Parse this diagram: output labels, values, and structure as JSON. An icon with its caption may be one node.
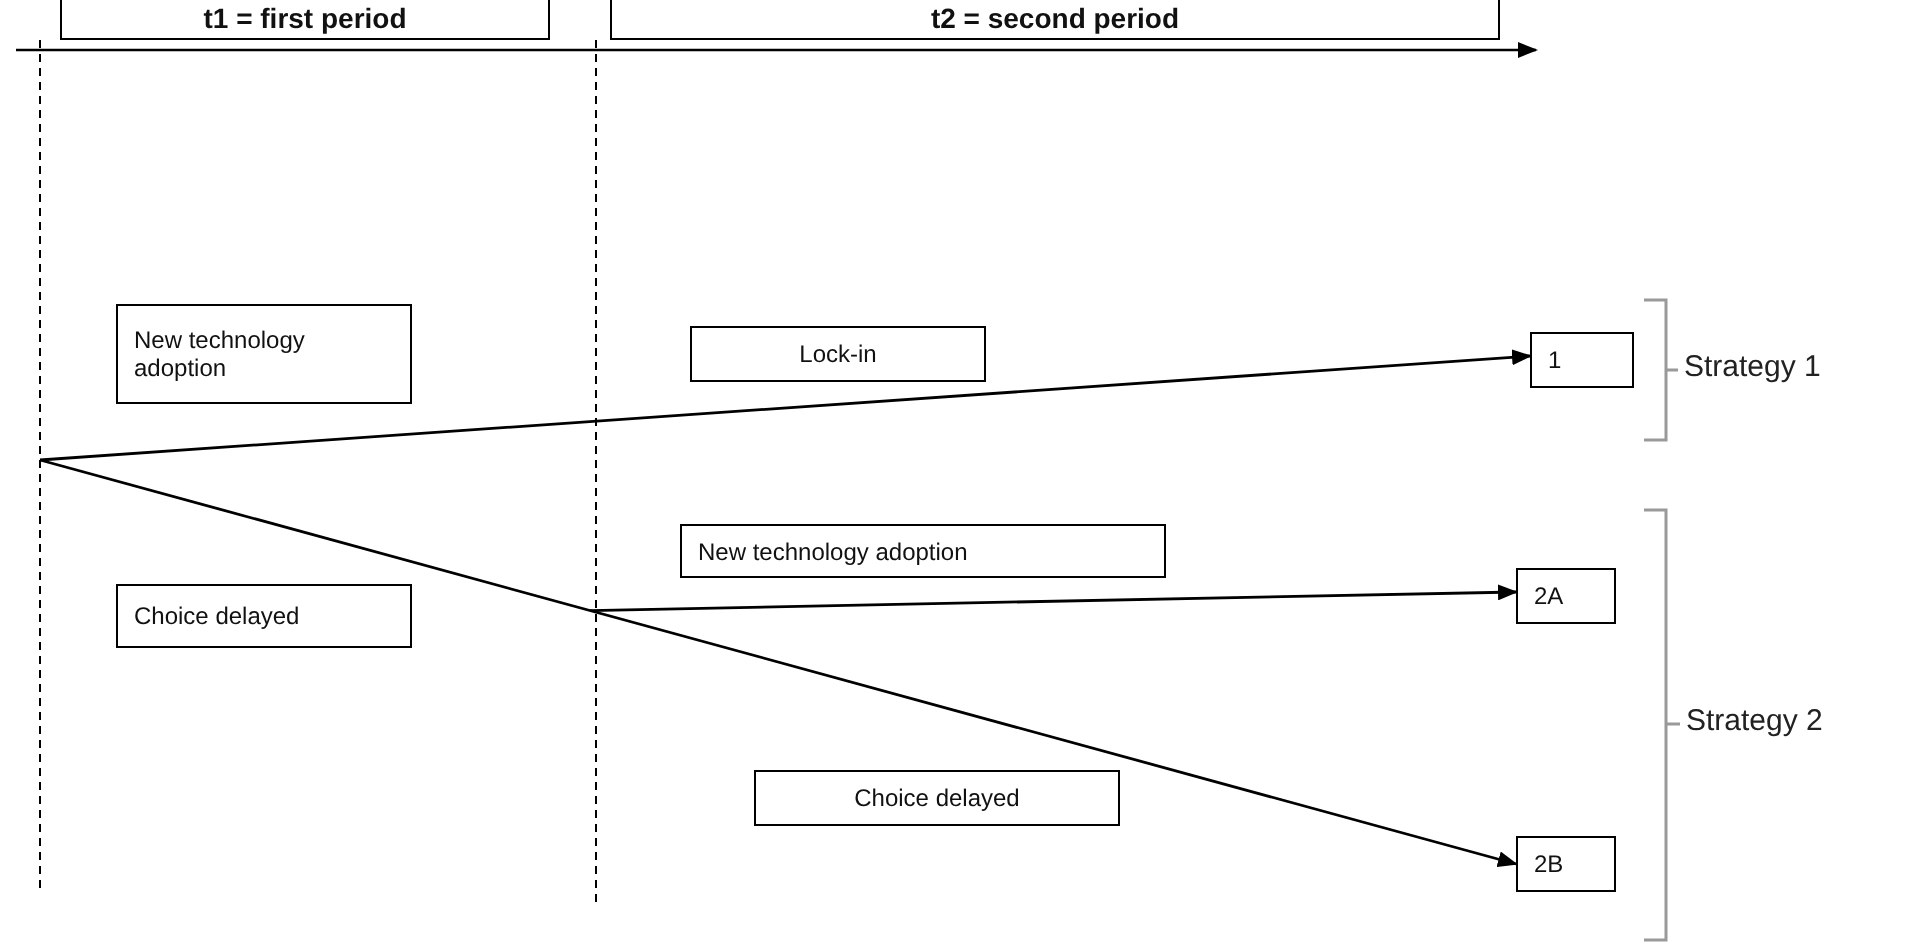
{
  "diagram": {
    "nodes": [
      {
        "text": [
          "t1 = first period"
        ]
      },
      {
        "text": [
          "t2 = second period"
        ]
      },
      {
        "text": [
          "New technology adoption"
        ]
      },
      {
        "text": [
          "Lock-in"
        ]
      },
      {
        "text": [
          "1"
        ]
      },
      {
        "text": [
          "New technology adoption"
        ]
      },
      {
        "text": [
          "2A"
        ]
      },
      {
        "text": [
          "Choice delayed"
        ]
      },
      {
        "text": [
          "Choice delayed"
        ]
      },
      {
        "text": [
          "2B"
        ]
      }
    ],
    "edges": [
      {
        "from": null,
        "to": 4,
        "arrow": "to"
      },
      {
        "from": null,
        "to": 6,
        "arrow": "to"
      },
      {
        "from": null,
        "to": 9,
        "arrow": "to"
      }
    ],
    "labels": [
      "Strategy 1",
      "Strategy 2"
    ]
  }
}
